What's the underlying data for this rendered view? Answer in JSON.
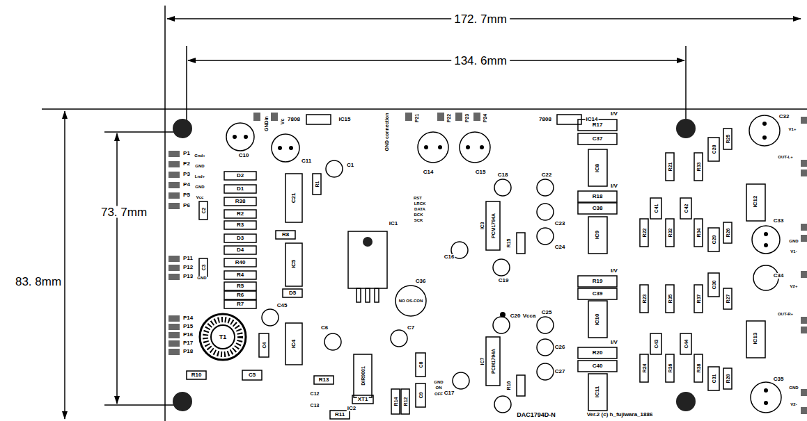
{
  "diagram": {
    "labels": [
      "172. 7mm",
      "134. 6mm",
      "73. 7mm",
      "83. 8mm",
      "P1",
      "Gnd+",
      "P2",
      "GND",
      "P3",
      "Lnd+",
      "P4",
      "GND",
      "P5",
      "Vcc",
      "P6",
      "P11",
      "P12",
      "P13",
      "GND",
      "P14",
      "P15",
      "P16",
      "P17",
      "P18",
      "GNDin",
      "Vc",
      "C10",
      "C11",
      "7808",
      "IC15",
      "GND connection",
      "P21",
      "P22",
      "P23",
      "P24",
      "7808",
      "IC14",
      "C14",
      "C15",
      "C1",
      "R17",
      "I/V",
      "C37",
      "IC8",
      "R18",
      "I/V",
      "C38",
      "IC9",
      "R19",
      "I/V",
      "C39",
      "IC10",
      "R20",
      "I/V",
      "C40",
      "IC11",
      "R21",
      "R22",
      "C41",
      "R32",
      "C42",
      "R33",
      "R34",
      "C28",
      "R25",
      "C29",
      "R26",
      "R23",
      "R35",
      "C43",
      "C44",
      "R24",
      "R36",
      "R37",
      "R38",
      "C30",
      "R27",
      "C31",
      "R28",
      "IC12",
      "IC13",
      "C32",
      "V1+",
      "OUT-L+",
      "C33",
      "GND",
      "V1-",
      "C34",
      "V2+",
      "OUT-R+",
      "C35",
      "GND",
      "V2-",
      "RST",
      "LRCK",
      "DATA",
      "BCK",
      "SCK",
      "C18",
      "C22",
      "C23",
      "C24",
      "C16",
      "C19",
      "PCM1794A",
      "IC3",
      "R15",
      "C20",
      "C25",
      "C26",
      "C27",
      "C17",
      "PCM1794A",
      "IC7",
      "R16",
      "Vcca",
      "IC1",
      "NO OS-CON",
      "C36",
      "D2",
      "D1",
      "R38",
      "R2",
      "R3",
      "D3",
      "D4",
      "R40",
      "R4",
      "R5",
      "R6",
      "R7",
      "C21",
      "IC5",
      "R1",
      "R8",
      "D5",
      "C2",
      "C3",
      "C45",
      "T1",
      "C4",
      "IC4",
      "C5",
      "R10",
      "R13",
      "C6",
      "DIR9001",
      "IC2",
      "C7",
      "C8",
      "C9",
      "C12",
      "C13",
      "XT1",
      "R11",
      "R14",
      "R12",
      "GND",
      "ON",
      "OFF",
      "DAC1794D-N",
      "Ver.2 (c) h_fujiwara_1886"
    ]
  }
}
